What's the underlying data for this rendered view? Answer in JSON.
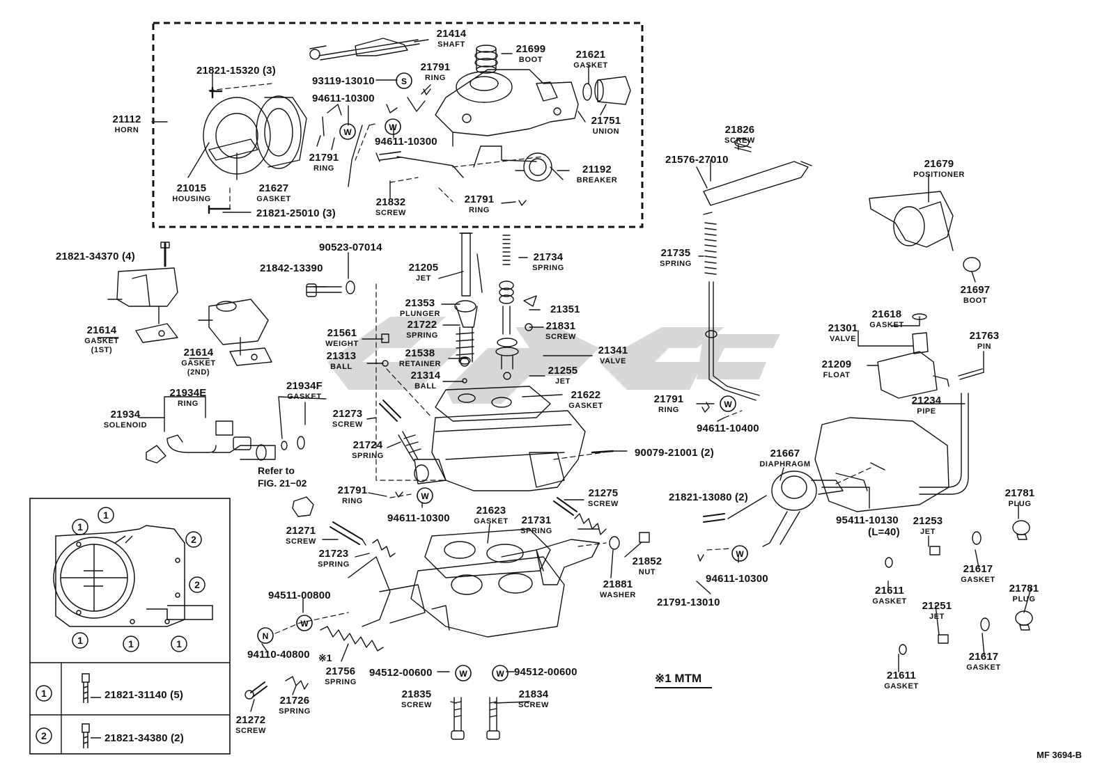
{
  "diagram": {
    "parts": {
      "p21414": {
        "num": "21414",
        "name": "SHAFT"
      },
      "p21699": {
        "num": "21699",
        "name": "BOOT"
      },
      "p21621": {
        "num": "21621",
        "name": "GASKET"
      },
      "p21821_15320": {
        "num": "21821-15320 (3)"
      },
      "p93119": {
        "num": "93119-13010"
      },
      "p21791_ring_a": {
        "num": "21791",
        "name": "RING"
      },
      "p94611_a": {
        "num": "94611-10300"
      },
      "p21112": {
        "num": "21112",
        "name": "HORN"
      },
      "p21751": {
        "num": "21751",
        "name": "UNION"
      },
      "p94611_b": {
        "num": "94611-10300"
      },
      "p21791_ring_b": {
        "num": "21791",
        "name": "RING"
      },
      "p21015": {
        "num": "21015",
        "name": "HOUSING"
      },
      "p21627": {
        "num": "21627",
        "name": "GASKET"
      },
      "p21192": {
        "num": "21192",
        "name": "BREAKER"
      },
      "p21832": {
        "num": "21832",
        "name": "SCREW"
      },
      "p21791_ring_c": {
        "num": "21791",
        "name": "RING"
      },
      "p21821_25010": {
        "num": "21821-25010 (3)"
      },
      "p21826": {
        "num": "21826",
        "name": "SCREW"
      },
      "p21576": {
        "num": "21576-27010"
      },
      "p21679": {
        "num": "21679",
        "name": "POSITIONER"
      },
      "p21821_34370": {
        "num": "21821-34370 (4)"
      },
      "p90523": {
        "num": "90523-07014"
      },
      "p21734": {
        "num": "21734",
        "name": "SPRING"
      },
      "p21735": {
        "num": "21735",
        "name": "SPRING"
      },
      "p21842": {
        "num": "21842-13390"
      },
      "p21205": {
        "num": "21205",
        "name": "JET"
      },
      "p21697": {
        "num": "21697",
        "name": "BOOT"
      },
      "p21353": {
        "num": "21353",
        "name": "PLUNGER"
      },
      "p21351": {
        "num": "21351"
      },
      "p21618": {
        "num": "21618",
        "name": "GASKET"
      },
      "p21614_1st": {
        "num": "21614",
        "name": "GASKET",
        "sub": "(1ST)"
      },
      "p21722": {
        "num": "21722",
        "name": "SPRING"
      },
      "p21831": {
        "num": "21831",
        "name": "SCREW"
      },
      "p21301": {
        "num": "21301",
        "name": "VALVE"
      },
      "p21763": {
        "num": "21763",
        "name": "PIN"
      },
      "p21561": {
        "num": "21561",
        "name": "WEIGHT"
      },
      "p21614_2nd": {
        "num": "21614",
        "name": "GASKET",
        "sub": "(2ND)"
      },
      "p21538": {
        "num": "21538",
        "name": "RETAINER"
      },
      "p21341": {
        "num": "21341",
        "name": "VALVE"
      },
      "p21313": {
        "num": "21313",
        "name": "BALL"
      },
      "p21209": {
        "num": "21209",
        "name": "FLOAT"
      },
      "p21255": {
        "num": "21255",
        "name": "JET"
      },
      "p21314": {
        "num": "21314",
        "name": "BALL"
      },
      "p21934e": {
        "num": "21934E",
        "name": "RING"
      },
      "p21934f": {
        "num": "21934F",
        "name": "GASKET"
      },
      "p21622": {
        "num": "21622",
        "name": "GASKET"
      },
      "p21234": {
        "num": "21234",
        "name": "PIPE"
      },
      "p21791_ring_d": {
        "num": "21791",
        "name": "RING"
      },
      "p21934": {
        "num": "21934",
        "name": "SOLENOID"
      },
      "p21273": {
        "num": "21273",
        "name": "SCREW"
      },
      "p94611_c": {
        "num": "94611-10400"
      },
      "p21724": {
        "num": "21724",
        "name": "SPRING"
      },
      "p90079": {
        "num": "90079-21001 (2)"
      },
      "p21667": {
        "num": "21667",
        "name": "DIAPHRAGM"
      },
      "p21791_ring_e": {
        "num": "21791",
        "name": "RING"
      },
      "p21275": {
        "num": "21275",
        "name": "SCREW"
      },
      "p21821_13080": {
        "num": "21821-13080 (2)"
      },
      "p21781_a": {
        "num": "21781",
        "name": "PLUG"
      },
      "p94611_d": {
        "num": "94611-10300"
      },
      "p21623": {
        "num": "21623",
        "name": "GASKET"
      },
      "p21271": {
        "num": "21271",
        "name": "SCREW"
      },
      "p21731": {
        "num": "21731",
        "name": "SPRING"
      },
      "p95411": {
        "num": "95411-10130",
        "name": "(L=40)"
      },
      "p21253": {
        "num": "21253",
        "name": "JET"
      },
      "p21723": {
        "num": "21723",
        "name": "SPRING"
      },
      "p21852": {
        "num": "21852",
        "name": "NUT"
      },
      "p21617_a": {
        "num": "21617",
        "name": "GASKET"
      },
      "p21881": {
        "num": "21881",
        "name": "WASHER"
      },
      "p94611_e": {
        "num": "94611-10300"
      },
      "p21781_b": {
        "num": "21781",
        "name": "PLUG"
      },
      "p21611_a": {
        "num": "21611",
        "name": "GASKET"
      },
      "p94511": {
        "num": "94511-00800"
      },
      "p21791_13010": {
        "num": "21791-13010"
      },
      "p21251": {
        "num": "21251",
        "name": "JET"
      },
      "p94110": {
        "num": "94110-40800"
      },
      "p21756": {
        "num": "21756",
        "name": "SPRING"
      },
      "p94512_a": {
        "num": "94512-00600"
      },
      "p94512_b": {
        "num": "94512-00600"
      },
      "p21617_b": {
        "num": "21617",
        "name": "GASKET"
      },
      "p21611_b": {
        "num": "21611",
        "name": "GASKET"
      },
      "p21726": {
        "num": "21726",
        "name": "SPRING"
      },
      "p21835": {
        "num": "21835",
        "name": "SCREW"
      },
      "p21834": {
        "num": "21834",
        "name": "SCREW"
      },
      "p21272": {
        "num": "21272",
        "name": "SCREW"
      }
    },
    "notes": {
      "refer_to": "Refer to",
      "refer_fig": "FIG. 21−02",
      "mtm_note": "※1 MTM",
      "mark_note": "※1",
      "code": "MF  3694-B"
    },
    "callout_symbols": {
      "washer": "W",
      "snap": "S",
      "nut": "N"
    },
    "legend_table": {
      "row1": {
        "symbol": "1",
        "part": "21821-31140 (5)"
      },
      "row2": {
        "symbol": "2",
        "part": "21821-34380 (2)"
      },
      "inset_circles": [
        "1",
        "1",
        "2",
        "2",
        "1",
        "1",
        "1"
      ]
    },
    "watermark": "CMS"
  }
}
